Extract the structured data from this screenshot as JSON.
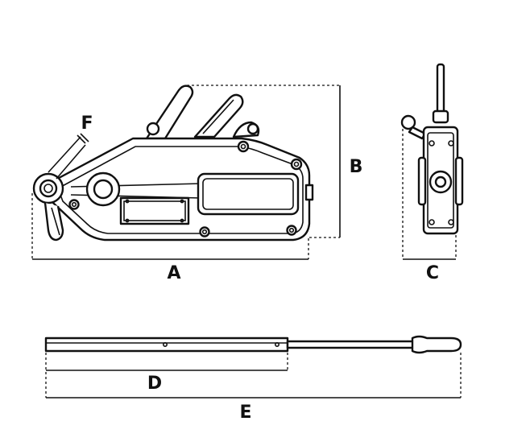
{
  "diagram": {
    "labels": {
      "A": "A",
      "B": "B",
      "C": "C",
      "D": "D",
      "E": "E",
      "F": "F"
    }
  }
}
